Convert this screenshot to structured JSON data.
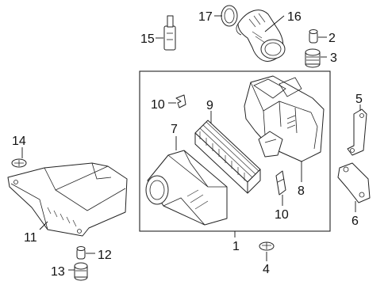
{
  "diagram": {
    "callouts": {
      "c1": "1",
      "c2": "2",
      "c3": "3",
      "c4": "4",
      "c5": "5",
      "c6": "6",
      "c7": "7",
      "c8": "8",
      "c9": "9",
      "c10a": "10",
      "c10b": "10",
      "c11": "11",
      "c12": "12",
      "c13": "13",
      "c14": "14",
      "c15": "15",
      "c16": "16",
      "c17": "17"
    }
  }
}
